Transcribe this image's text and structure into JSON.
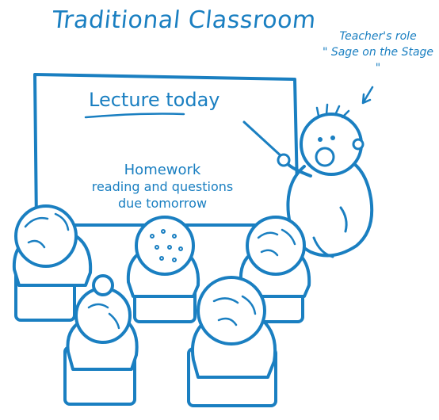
{
  "title": "Traditional Classroom",
  "teacher_role": {
    "line1": "Teacher's role",
    "line2": "\" Sage on the Stage \""
  },
  "board": {
    "heading": "Lecture today",
    "line1": "Homework",
    "line2": "reading  and questions",
    "line3": "due tomorrow"
  },
  "colors": {
    "ink": "#1a7fc1",
    "fill": "#ffffff"
  }
}
